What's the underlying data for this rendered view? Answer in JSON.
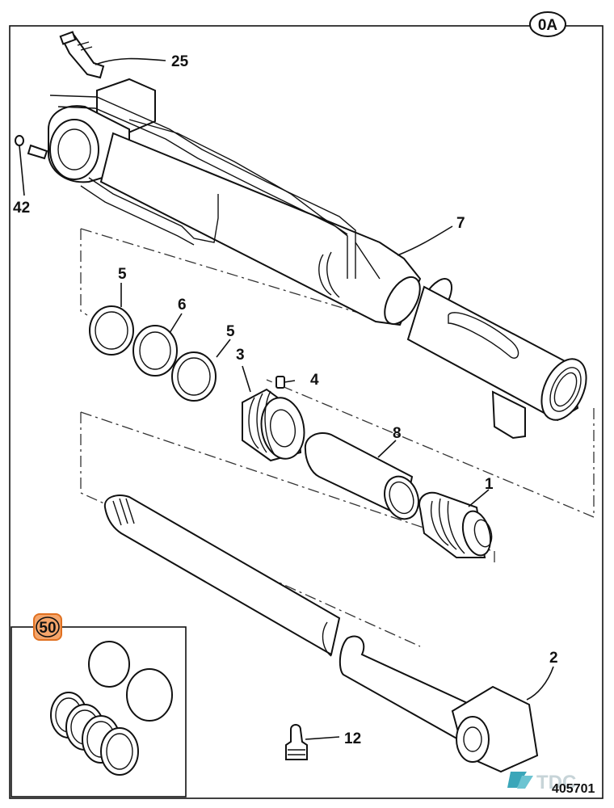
{
  "page": {
    "sheet_code": "0A",
    "drawing_number": "405701",
    "logo_text": "TDC"
  },
  "callouts": {
    "c1": "1",
    "c2": "2",
    "c3": "3",
    "c4": "4",
    "c5a": "5",
    "c5b": "5",
    "c6": "6",
    "c7": "7",
    "c8": "8",
    "c12": "12",
    "c25": "25",
    "c42": "42",
    "c50": "50"
  },
  "colors": {
    "kit_highlight": "#f5a56a",
    "kit_highlight_stroke": "#e07020",
    "logo_accent": "#3aa6b9",
    "line": "#111111"
  }
}
